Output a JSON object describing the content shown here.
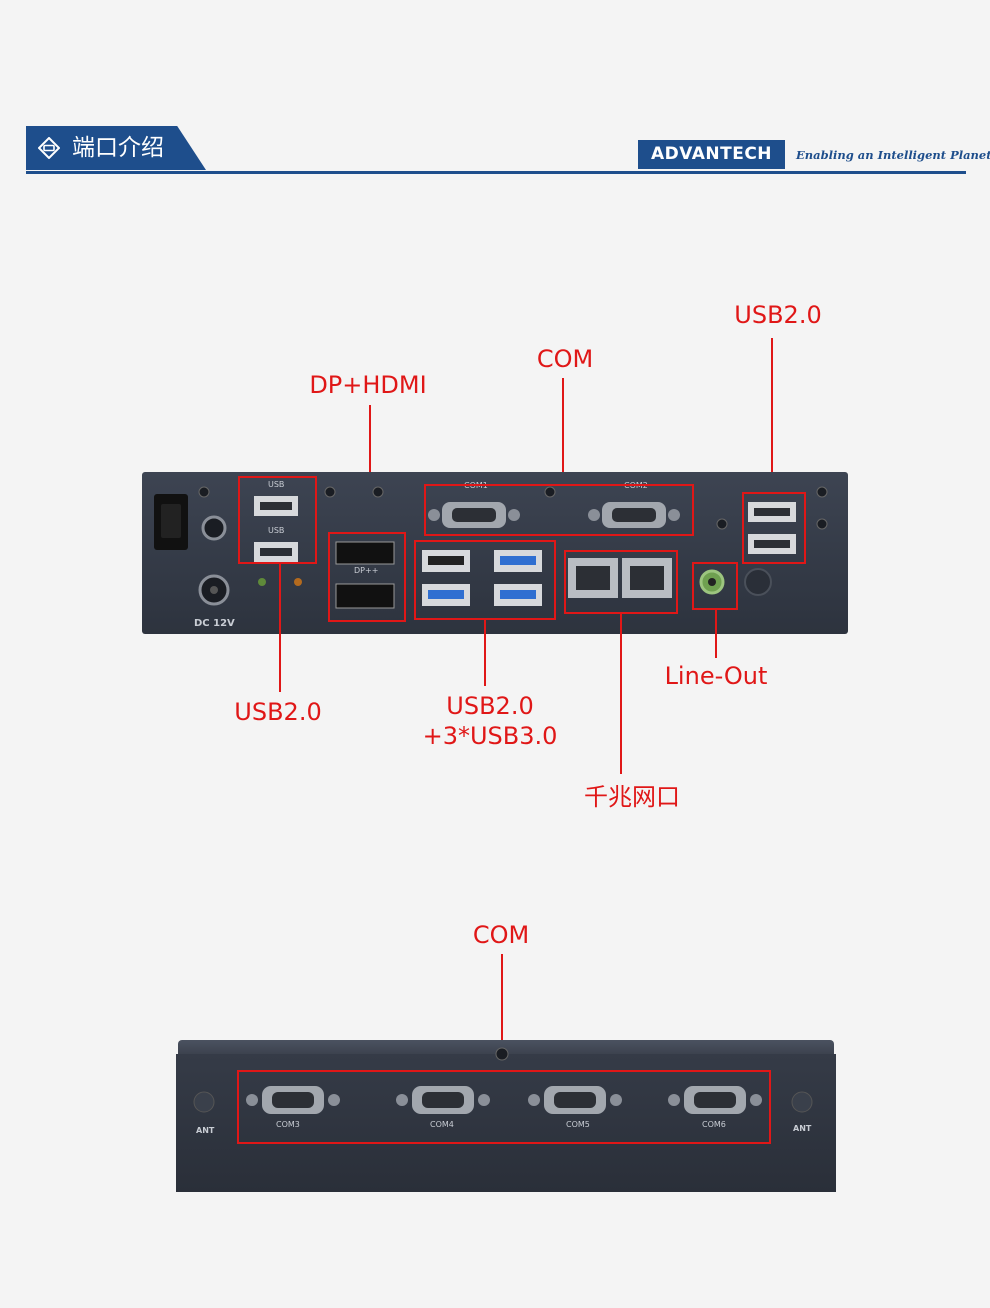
{
  "header": {
    "title": "端口介绍",
    "brand": "ADVANTECH",
    "slogan": "Enabling an Intelligent Planet"
  },
  "rear_panel": {
    "callouts": {
      "dp_hdmi": "DP+HDMI",
      "com": "COM",
      "usb_right": "USB2.0",
      "usb_left": "USB2.0",
      "usb_mix_line1": "USB2.0",
      "usb_mix_line2": "+3*USB3.0",
      "lan": "千兆网口",
      "line_out": "Line-Out"
    },
    "silkscreen": {
      "usb_top": "USB",
      "usb_bottom": "USB",
      "com1": "COM1",
      "com2": "COM2",
      "dp": "DP++",
      "dc": "DC 12V"
    }
  },
  "front_panel": {
    "callouts": {
      "com": "COM"
    },
    "silkscreen": {
      "com3": "COM3",
      "com4": "COM4",
      "com5": "COM5",
      "com6": "COM6",
      "ant_left": "ANT",
      "ant_right": "ANT"
    }
  },
  "colors": {
    "accent": "#e01717",
    "brand": "#1e4e8c"
  }
}
